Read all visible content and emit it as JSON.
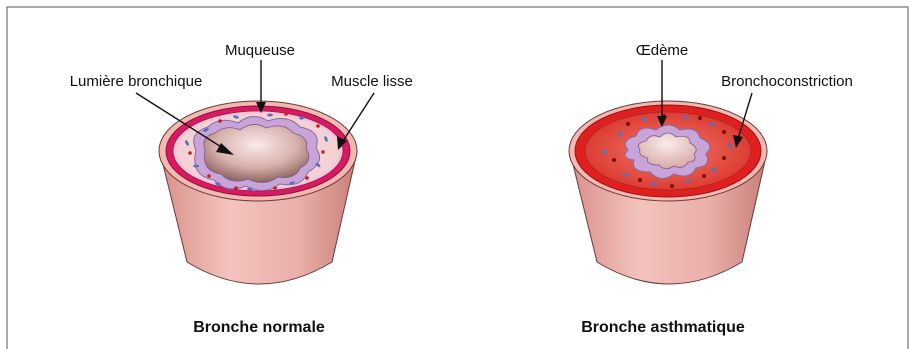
{
  "normal": {
    "caption": "Bronche normale",
    "labels": {
      "mucosa": "Muqueuse",
      "lumen": "Lumière bronchique",
      "smooth_muscle": "Muscle lisse"
    }
  },
  "asthmatic": {
    "caption": "Bronche asthmatique",
    "labels": {
      "edema": "Œdème",
      "bronchoconstriction": "Bronchoconstriction"
    }
  },
  "colors": {
    "tube_outer": "#e8a8a2",
    "muscle_ring": "#d81b60",
    "mucosa": "#c9a4d8",
    "lumen_dark": "#8a5f5c",
    "inflamed_tissue": "#e8403a",
    "frame": "#555555"
  }
}
